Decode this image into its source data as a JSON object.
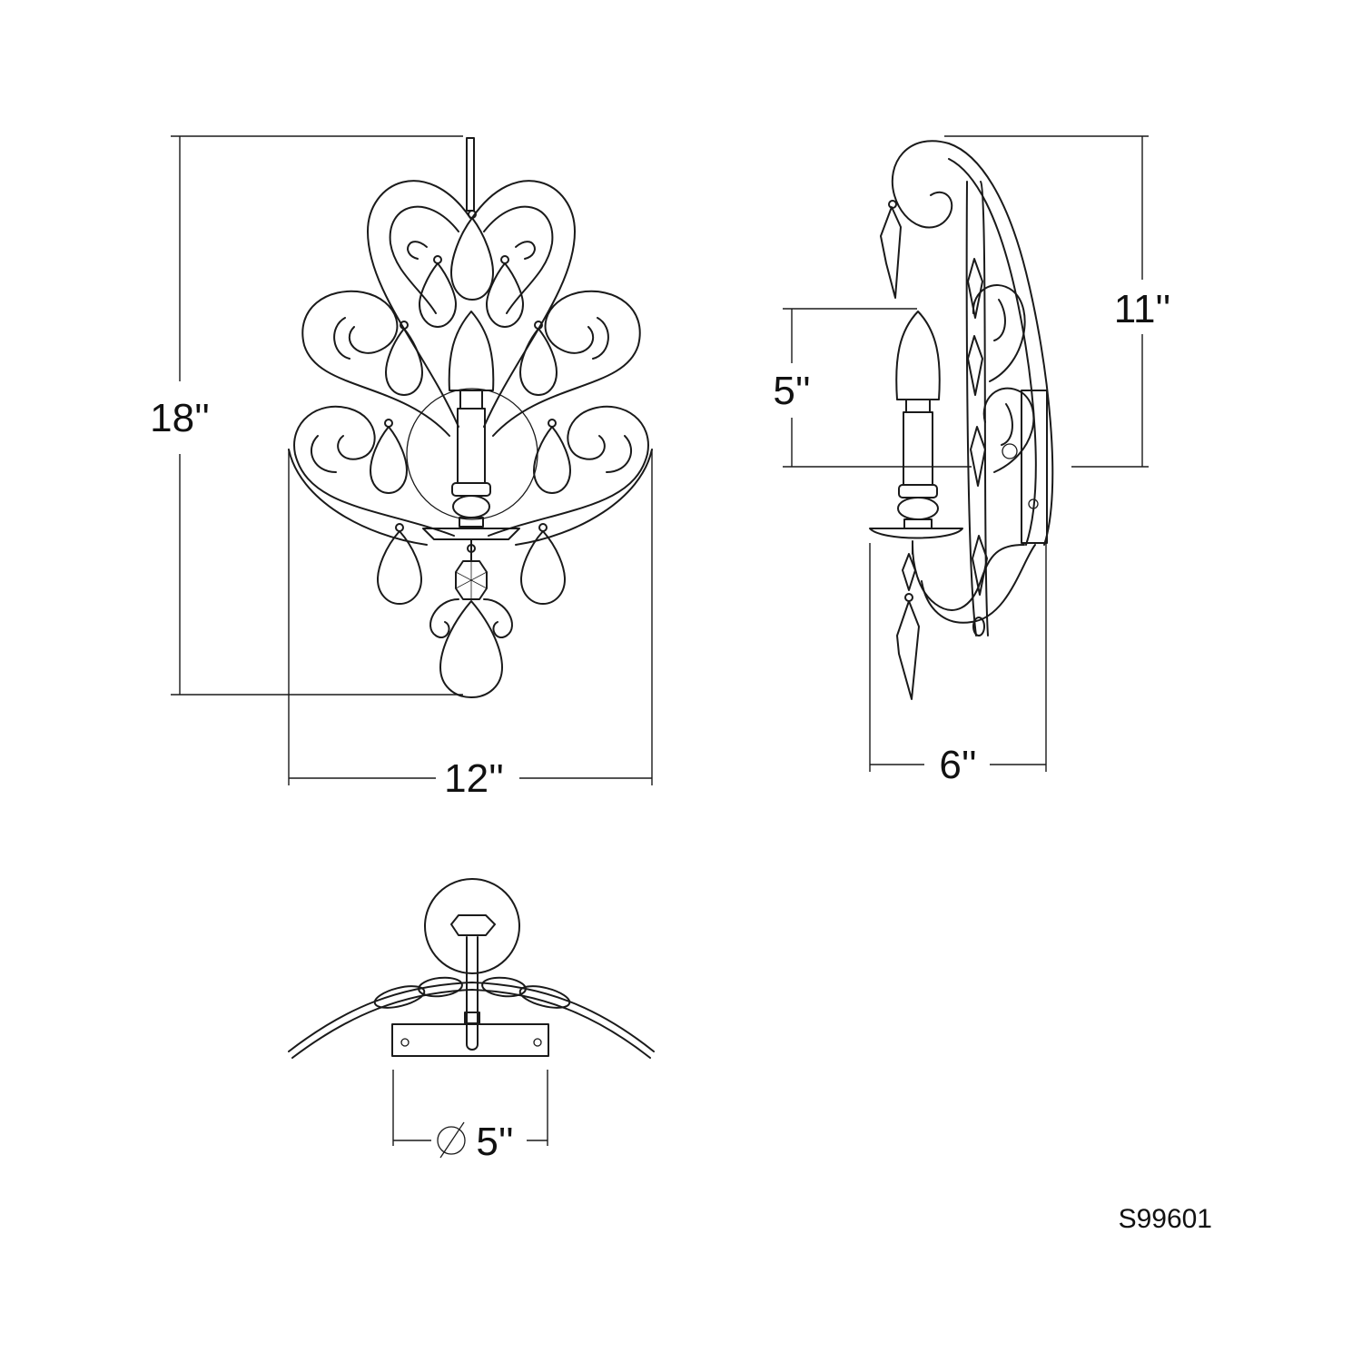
{
  "front_view": {
    "height_label": "18''",
    "width_label": "12''"
  },
  "side_view": {
    "height_label": "11''",
    "candle_label": "5''",
    "depth_label": "6''"
  },
  "top_view": {
    "diameter_symbol": "ø",
    "diameter_value": "5''"
  },
  "model_number": "S99601"
}
